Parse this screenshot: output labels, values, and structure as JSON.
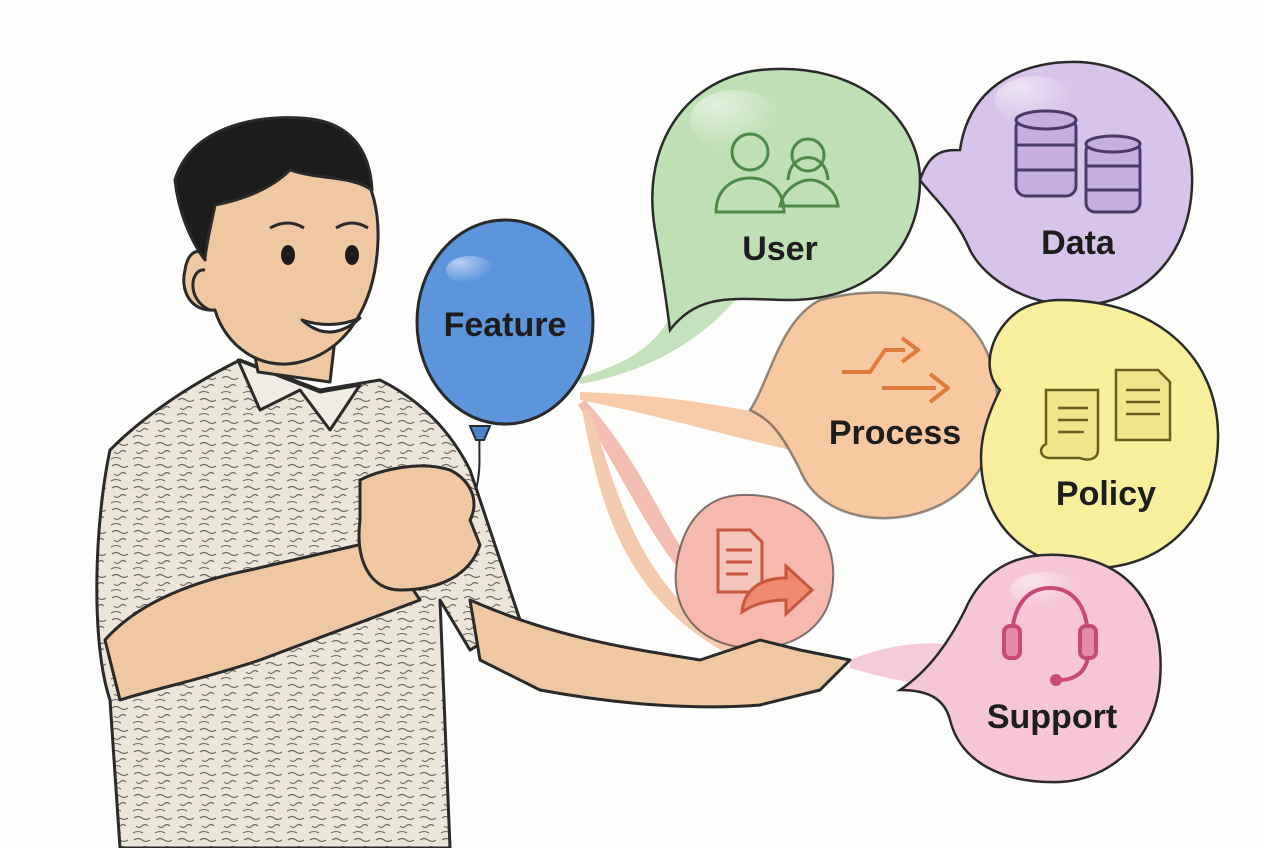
{
  "illustration": {
    "center_balloon": {
      "label": "Feature",
      "color": "#5d95dc"
    },
    "bubbles": [
      {
        "label": "User",
        "color": "#bfe0b4",
        "icon": "users-icon"
      },
      {
        "label": "Data",
        "color": "#d8c3ea",
        "icon": "database-icon"
      },
      {
        "label": "Process",
        "color": "#f8c9a0",
        "icon": "process-arrows-icon"
      },
      {
        "label": "Policy",
        "color": "#f7ef9c",
        "icon": "policy-documents-icon"
      },
      {
        "label": "Support",
        "color": "#f6c6d6",
        "icon": "headset-icon"
      },
      {
        "label": "",
        "color": "#f5b9ad",
        "icon": "document-forward-icon"
      }
    ],
    "colors": {
      "skin": "#efc7a0",
      "hair": "#1c1c1c",
      "shirt": "#e9e3d8",
      "outline": "#2a2a2a"
    }
  }
}
